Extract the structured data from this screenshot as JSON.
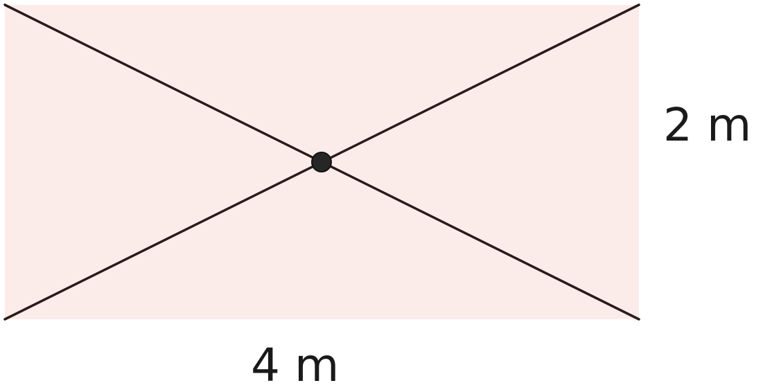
{
  "diagram": {
    "shape": "rectangle",
    "fill_color": "#fbecea",
    "line_color": "#2a1b1b",
    "point_color": "#262626",
    "width_label": "4 m",
    "height_label": "2 m",
    "diagonals": 2,
    "center_point": true
  }
}
